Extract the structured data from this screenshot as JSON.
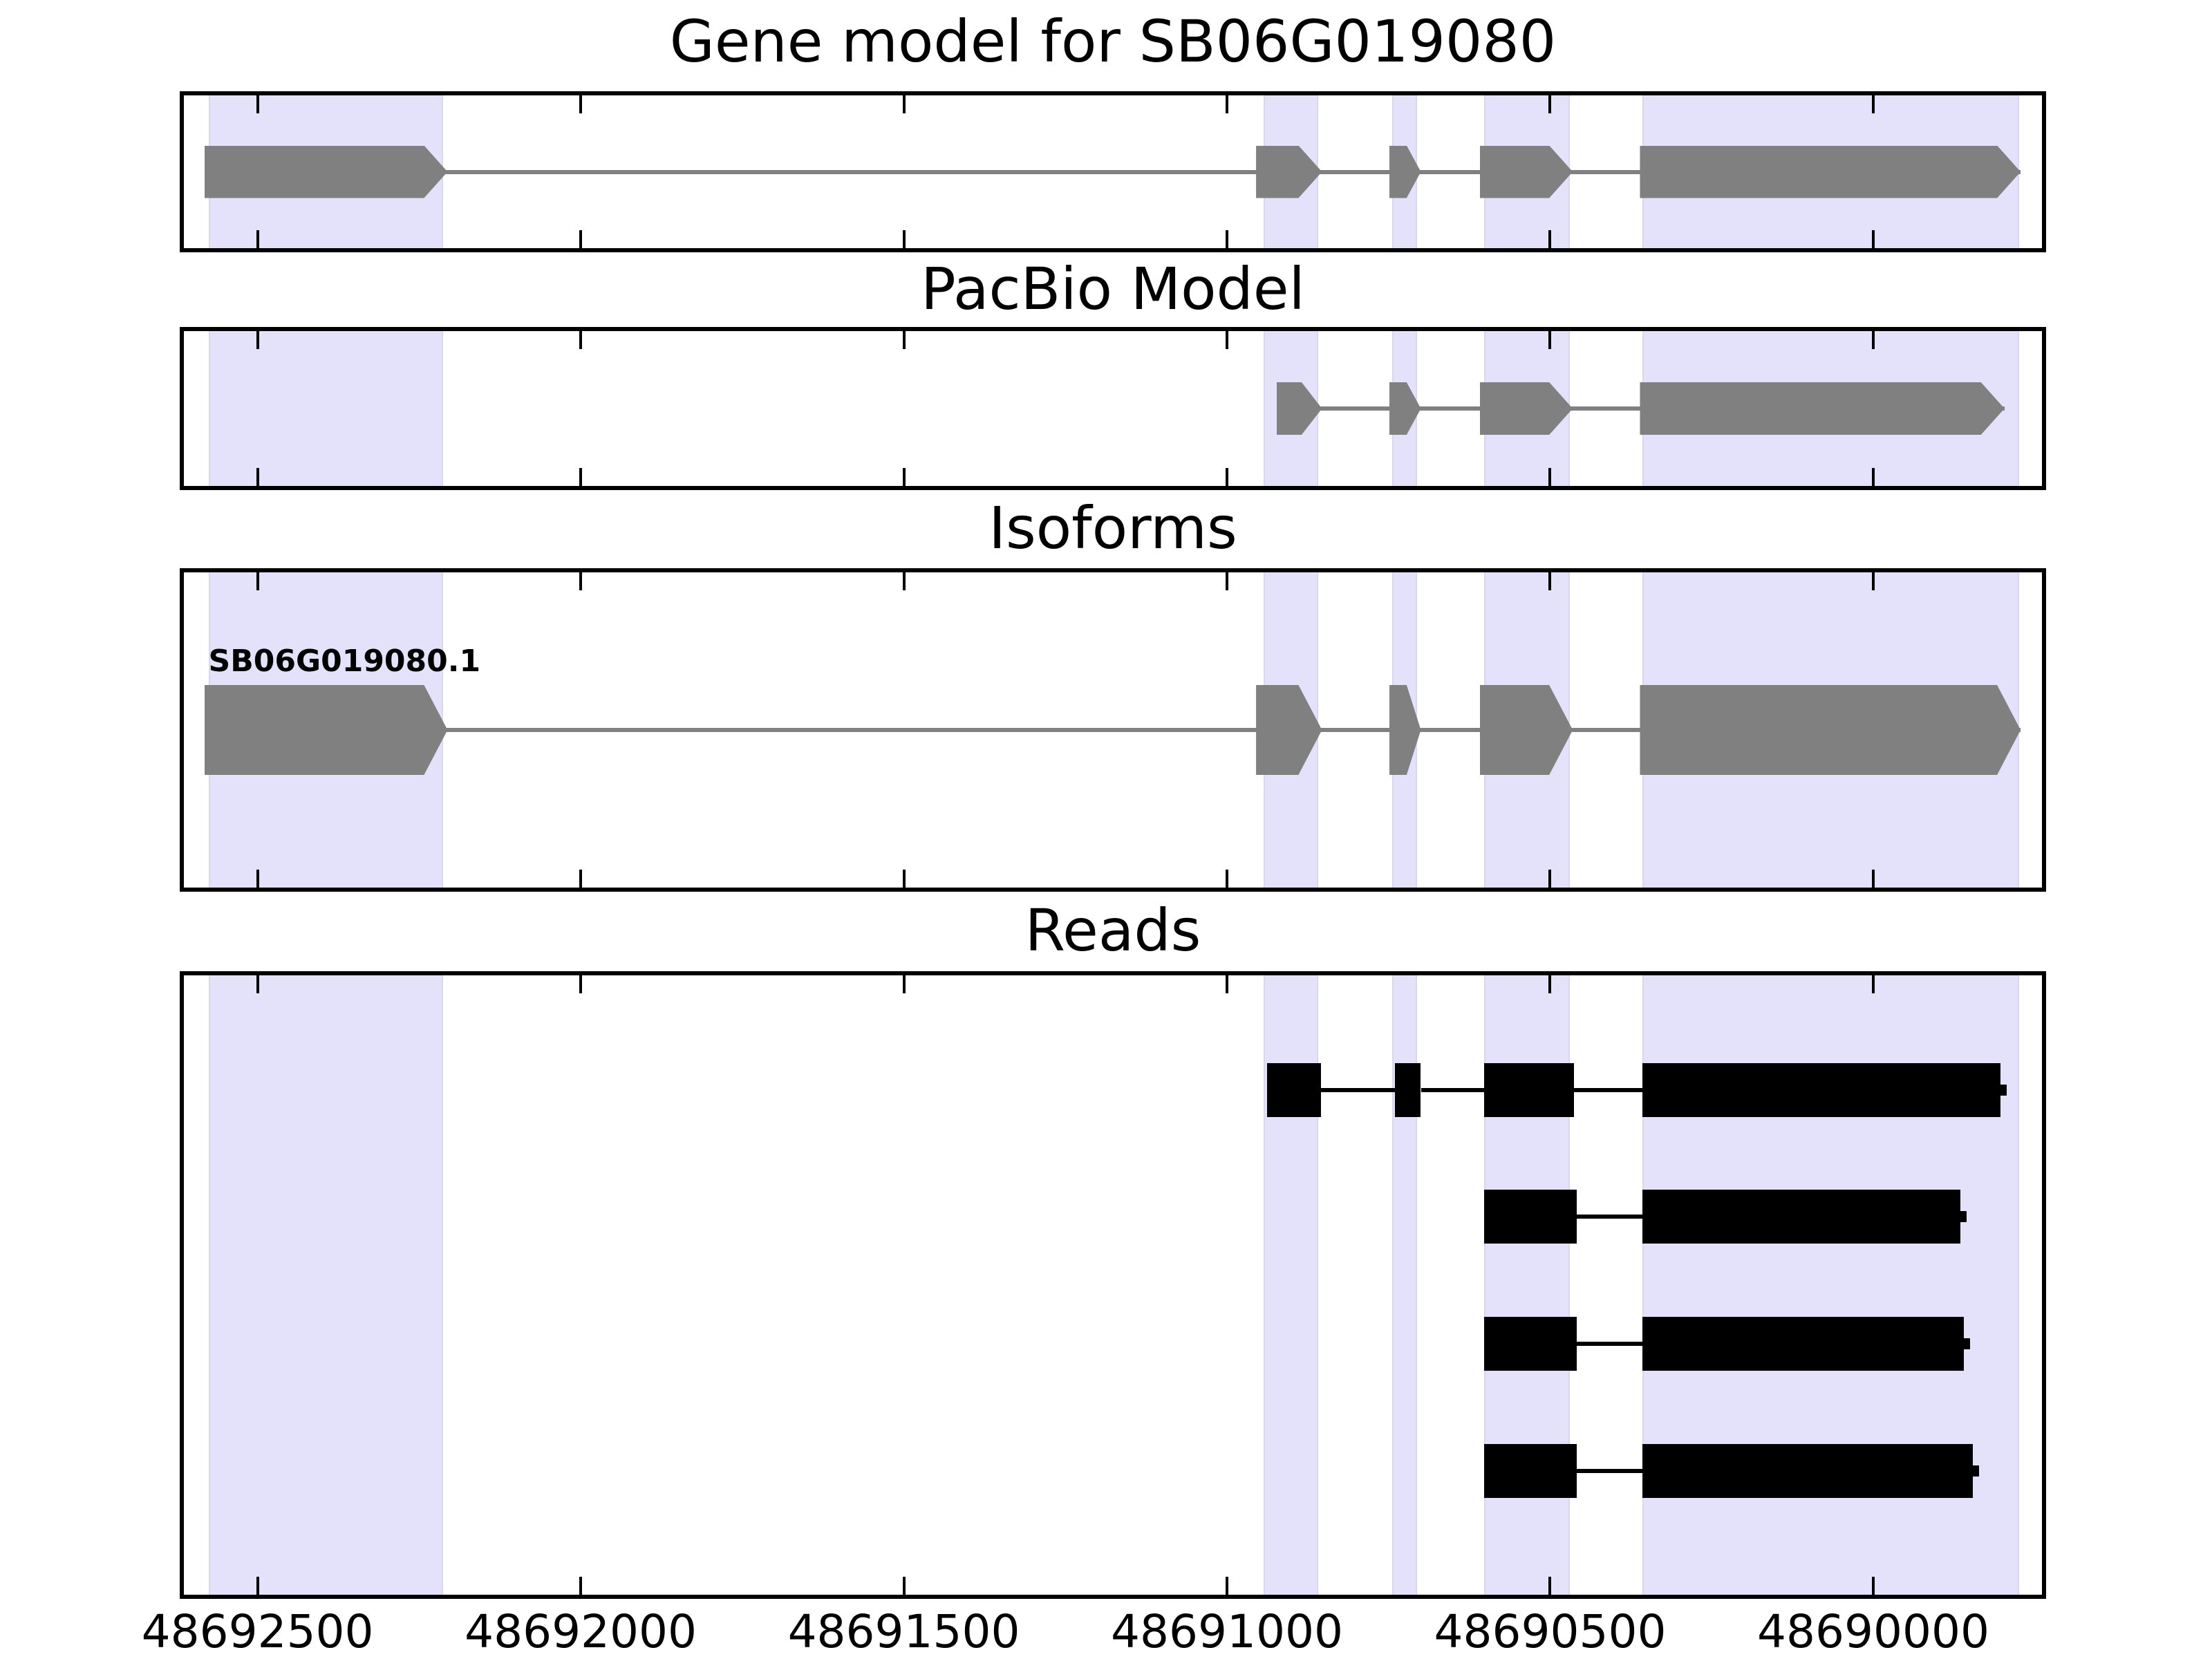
{
  "chart_data": {
    "type": "gene_model_tracks",
    "title": "Gene model for SB06G019080",
    "colors": {
      "model_fill": "#808080",
      "read_fill": "#000000",
      "highlight_band": "#e3e2fa",
      "axis": "#000000",
      "background": "#ffffff"
    },
    "x_axis": {
      "xlim": [
        48692614,
        48689739
      ],
      "reversed": true,
      "tick_values": [
        48692500,
        48692000,
        48691500,
        48691000,
        48690500,
        48690000
      ],
      "tick_labels": [
        "48692500",
        "48692000",
        "48691500",
        "48691000",
        "48690500",
        "48690000"
      ]
    },
    "highlight_regions": [
      [
        48692576,
        48692213
      ],
      [
        48690943,
        48690859
      ],
      [
        48690744,
        48690706
      ],
      [
        48690602,
        48690470
      ],
      [
        48690357,
        48689774
      ]
    ],
    "panels": [
      {
        "key": "gene_model",
        "title": "Gene model for SB06G019080",
        "strand": "right",
        "exons": [
          [
            48692582,
            48692206
          ],
          [
            48690955,
            48690853
          ],
          [
            48690749,
            48690700
          ],
          [
            48690609,
            48690465
          ],
          [
            48690361,
            48689772
          ]
        ]
      },
      {
        "key": "pacbio_model",
        "title": "PacBio Model",
        "strand": "right",
        "exons": [
          [
            48690923,
            48690853
          ],
          [
            48690749,
            48690700
          ],
          [
            48690609,
            48690465
          ],
          [
            48690361,
            48689797
          ]
        ]
      },
      {
        "key": "isoforms",
        "title": "Isoforms",
        "isoforms": [
          {
            "label": "SB06G019080.1",
            "strand": "right",
            "exons": [
              [
                48692582,
                48692206
              ],
              [
                48690955,
                48690853
              ],
              [
                48690749,
                48690700
              ],
              [
                48690609,
                48690465
              ],
              [
                48690361,
                48689772
              ]
            ]
          }
        ]
      },
      {
        "key": "reads",
        "title": "Reads",
        "reads": [
          {
            "blocks": [
              [
                48690938,
                48690855
              ],
              [
                48690740,
                48690700
              ],
              [
                48690602,
                48690463
              ],
              [
                48690357,
                48689803
              ]
            ]
          },
          {
            "blocks": [
              [
                48690602,
                48690459
              ],
              [
                48690357,
                48689865
              ]
            ]
          },
          {
            "blocks": [
              [
                48690602,
                48690459
              ],
              [
                48690357,
                48689860
              ]
            ]
          },
          {
            "blocks": [
              [
                48690602,
                48690459
              ],
              [
                48690357,
                48689846
              ]
            ]
          }
        ]
      }
    ]
  }
}
